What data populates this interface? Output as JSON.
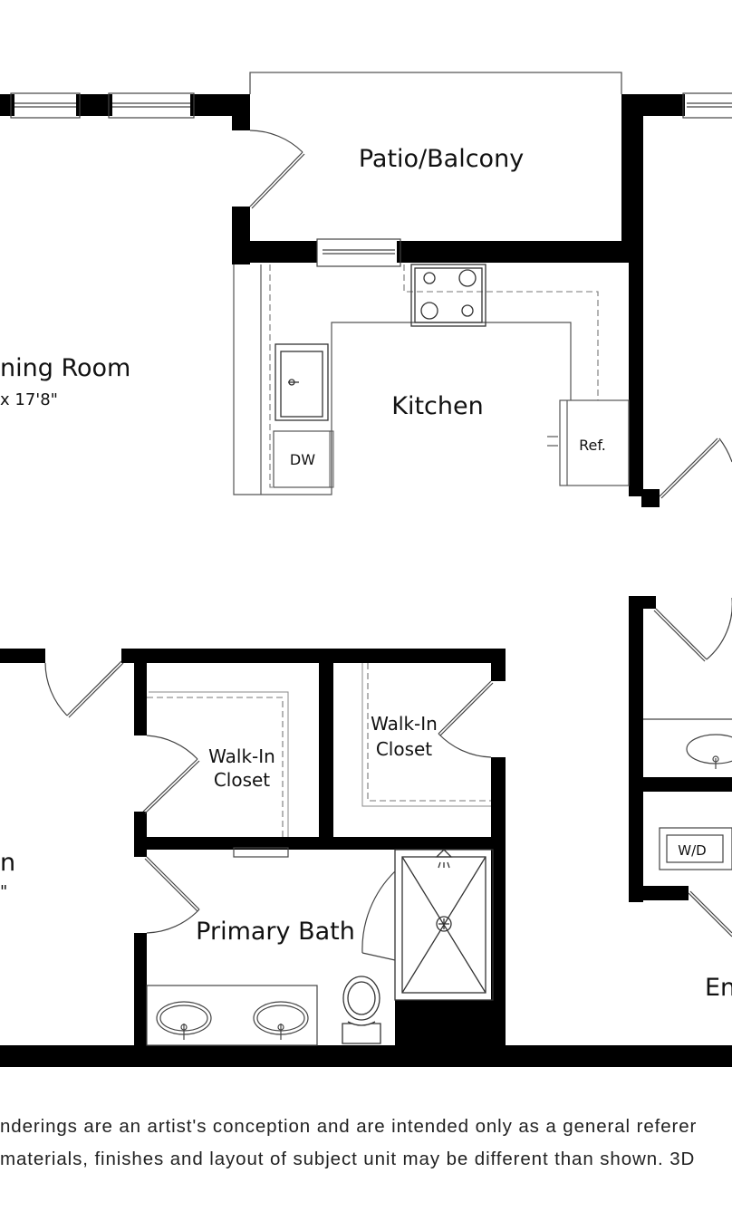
{
  "rooms": {
    "patio": "Patio/Balcony",
    "dining": "ning Room",
    "dining_dim": "x 17'8\"",
    "kitchen": "Kitchen",
    "walkin_left_line1": "Walk-In",
    "walkin_left_line2": "Closet",
    "walkin_right_line1": "Walk-In",
    "walkin_right_line2": "Closet",
    "primary_bath": "Primary Bath",
    "bedroom_frag": "n",
    "bedroom_dim_frag": "\"",
    "entry_frag": "En"
  },
  "appliances": {
    "dishwasher": "DW",
    "refrigerator": "Ref.",
    "washer_dryer": "W/D"
  },
  "disclaimer": {
    "line1": "nderings are an artist's conception and are intended only as a general referer",
    "line2": "materials, finishes and layout of subject unit may be different than shown. 3D"
  },
  "colors": {
    "wall": "#000000",
    "line": "#555555",
    "background": "#ffffff"
  }
}
